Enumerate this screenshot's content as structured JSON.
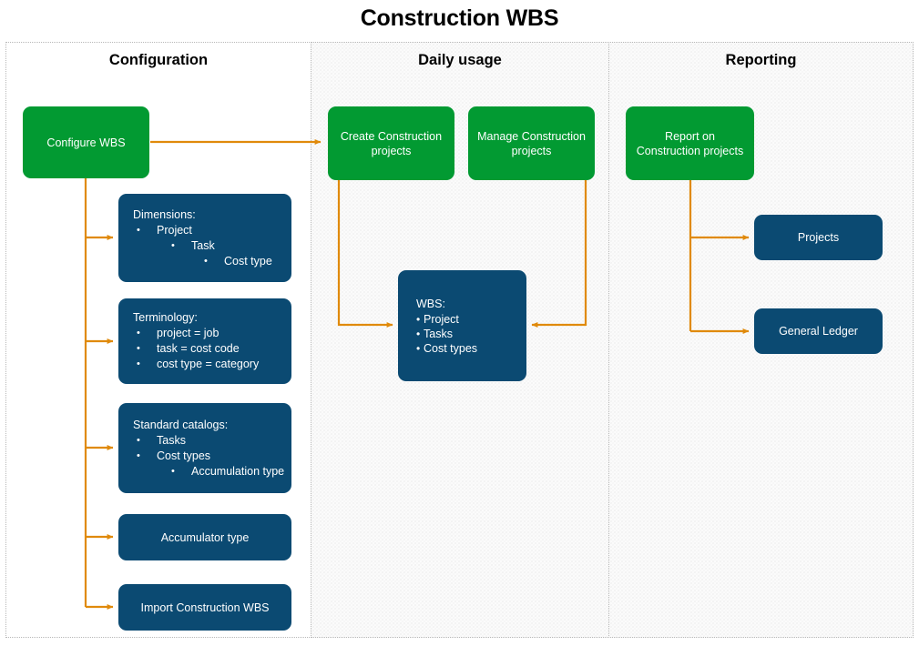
{
  "title": "Construction WBS",
  "colors": {
    "green": "#029A32",
    "navy": "#0B4A72",
    "connector": "#E08A0B",
    "panel_border": "#b8b8b8",
    "title_text": "#000000"
  },
  "panels": [
    {
      "id": "configuration",
      "header": "Configuration"
    },
    {
      "id": "daily_usage",
      "header": "Daily usage"
    },
    {
      "id": "reporting",
      "header": "Reporting"
    }
  ],
  "nodes": {
    "configure_wbs": {
      "label": "Configure WBS"
    },
    "dimensions": {
      "heading": "Dimensions:",
      "items": [
        "Project",
        "Task",
        "Cost type"
      ]
    },
    "terminology": {
      "heading": "Terminology:",
      "items": [
        "project = job",
        "task = cost code",
        "cost type = category"
      ]
    },
    "standard_catalogs": {
      "heading": "Standard catalogs:",
      "items": [
        "Tasks",
        "Cost types",
        "Accumulation type"
      ]
    },
    "accumulator_type": {
      "label": "Accumulator type"
    },
    "import_construction_wbs": {
      "label": "Import Construction WBS"
    },
    "create_projects": {
      "label": "Create Construction projects"
    },
    "manage_projects": {
      "label": "Manage Construction projects"
    },
    "wbs": {
      "heading": "WBS:",
      "items": [
        "Project",
        "Tasks",
        "Cost types"
      ]
    },
    "report_on_projects": {
      "label": "Report on Construction projects"
    },
    "projects": {
      "label": "Projects"
    },
    "general_ledger": {
      "label": "General Ledger"
    }
  }
}
